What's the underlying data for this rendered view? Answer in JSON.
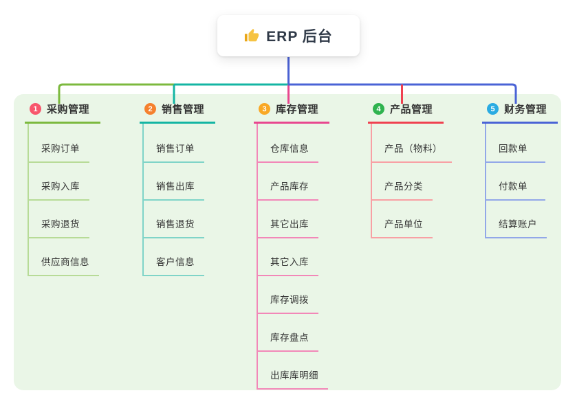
{
  "root": {
    "title": "ERP 后台",
    "icon": "thumbs-up-icon"
  },
  "colors": {
    "canvas_bg": "#ffffff",
    "panel_bg": "#eaf6e7",
    "root_connector": "#4a61d3",
    "root_text": "#2f3947",
    "node_text": "#333333"
  },
  "branches": [
    {
      "number": "1",
      "label": "采购管理",
      "colors": {
        "badge": "#f8566c",
        "line": "#7cb93e",
        "child_line": "#b7db97"
      },
      "children": [
        "采购订单",
        "采购入库",
        "采购退货",
        "供应商信息"
      ]
    },
    {
      "number": "2",
      "label": "销售管理",
      "colors": {
        "badge": "#f5812e",
        "line": "#14b5a3",
        "child_line": "#7fd4c8"
      },
      "children": [
        "销售订单",
        "销售出库",
        "销售退货",
        "客户信息"
      ]
    },
    {
      "number": "3",
      "label": "库存管理",
      "colors": {
        "badge": "#f9a825",
        "line": "#e8478f",
        "child_line": "#f287b8"
      },
      "children": [
        "仓库信息",
        "产品库存",
        "其它出库",
        "其它入库",
        "库存调拨",
        "库存盘点",
        "出库库明细"
      ]
    },
    {
      "number": "4",
      "label": "产品管理",
      "colors": {
        "badge": "#2fb34f",
        "line": "#ef4150",
        "child_line": "#f8a0a4"
      },
      "children": [
        "产品（物料）",
        "产品分类",
        "产品单位"
      ]
    },
    {
      "number": "5",
      "label": "财务管理",
      "colors": {
        "badge": "#2aabe2",
        "line": "#4a63d6",
        "child_line": "#92a7e8"
      },
      "children": [
        "回款单",
        "付款单",
        "结算账户"
      ]
    }
  ]
}
